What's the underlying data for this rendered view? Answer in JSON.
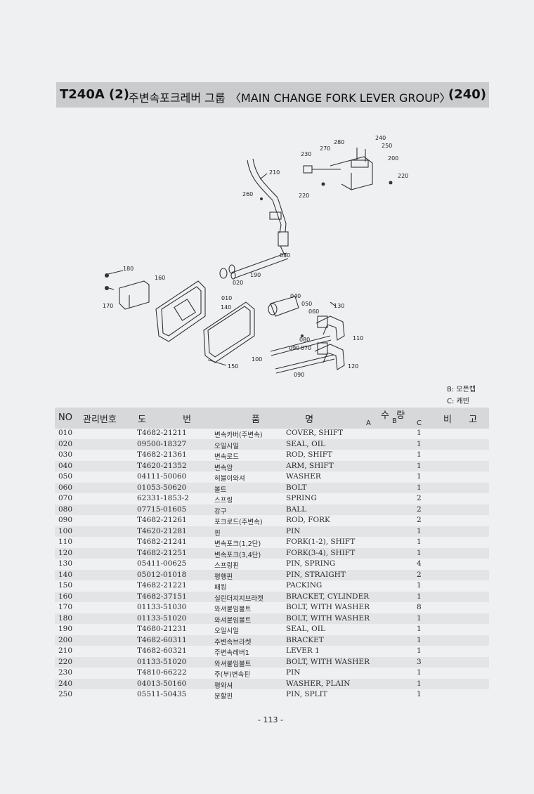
{
  "header": {
    "code": "T240A (2)",
    "title_kr": "주변속포크레버 그룹",
    "title_en": "〈MAIN CHANGE FORK LEVER GROUP〉",
    "number": "(240)"
  },
  "diagram": {
    "callouts": [
      "280",
      "240",
      "250",
      "270",
      "230",
      "200",
      "210",
      "220",
      "260",
      "220",
      "030",
      "180",
      "160",
      "190",
      "020",
      "010",
      "170",
      "140",
      "040",
      "050",
      "130",
      "060",
      "080",
      "110",
      "090",
      "070",
      "100",
      "120",
      "090",
      "150"
    ]
  },
  "legend": {
    "b": "B: 오픈캡",
    "c": "C: 캐빈"
  },
  "table": {
    "headers": {
      "no": "NO",
      "mgmt": "관리번호",
      "drawing": "도 번",
      "name": "품 명",
      "qty": "수 량",
      "qty_a": "A",
      "qty_b": "B",
      "qty_c": "C",
      "remark": "비 고"
    },
    "rows": [
      {
        "no": "010",
        "part": "T4682-21211",
        "kr": "변속카버(주변속)",
        "en": "COVER, SHIFT",
        "qty": "1"
      },
      {
        "no": "020",
        "part": "09500-18327",
        "kr": "오일시일",
        "en": "SEAL, OIL",
        "qty": "1"
      },
      {
        "no": "030",
        "part": "T4682-21361",
        "kr": "변속로드",
        "en": "ROD, SHIFT",
        "qty": "1"
      },
      {
        "no": "040",
        "part": "T4620-21352",
        "kr": "변속암",
        "en": "ARM, SHIFT",
        "qty": "1"
      },
      {
        "no": "050",
        "part": "04111-50060",
        "kr": "허블이와셔",
        "en": "WASHER",
        "qty": "1"
      },
      {
        "no": "060",
        "part": "01053-50620",
        "kr": "볼트",
        "en": "BOLT",
        "qty": "1"
      },
      {
        "no": "070",
        "part": "62331-1853-2",
        "kr": "스프링",
        "en": "SPRING",
        "qty": "2"
      },
      {
        "no": "080",
        "part": "07715-01605",
        "kr": "강구",
        "en": "BALL",
        "qty": "2"
      },
      {
        "no": "090",
        "part": "T4682-21261",
        "kr": "포크로드(주변속)",
        "en": "ROD, FORK",
        "qty": "2"
      },
      {
        "no": "100",
        "part": "T4620-21281",
        "kr": "핀",
        "en": "PIN",
        "qty": "1"
      },
      {
        "no": "110",
        "part": "T4682-21241",
        "kr": "변속포크(1,2단)",
        "en": "FORK(1-2), SHIFT",
        "qty": "1"
      },
      {
        "no": "120",
        "part": "T4682-21251",
        "kr": "변속포크(3,4단)",
        "en": "FORK(3-4), SHIFT",
        "qty": "1"
      },
      {
        "no": "130",
        "part": "05411-00625",
        "kr": "스프링핀",
        "en": "PIN, SPRING",
        "qty": "4"
      },
      {
        "no": "140",
        "part": "05012-01018",
        "kr": "평행핀",
        "en": "PIN, STRAIGHT",
        "qty": "2"
      },
      {
        "no": "150",
        "part": "T4682-21221",
        "kr": "패킹",
        "en": "PACKING",
        "qty": "1"
      },
      {
        "no": "160",
        "part": "T4682-37151",
        "kr": "실린더지지브라켓",
        "en": "BRACKET, CYLINDER",
        "qty": "1"
      },
      {
        "no": "170",
        "part": "01133-51030",
        "kr": "와셔붙임볼트",
        "en": "BOLT, WITH WASHER",
        "qty": "8"
      },
      {
        "no": "180",
        "part": "01133-51020",
        "kr": "와셔붙임볼트",
        "en": "BOLT, WITH WASHER",
        "qty": "1"
      },
      {
        "no": "190",
        "part": "T4680-21231",
        "kr": "오일시일",
        "en": "SEAL, OIL",
        "qty": "1"
      },
      {
        "no": "200",
        "part": "T4682-60311",
        "kr": "주변속브라켓",
        "en": "BRACKET",
        "qty": "1"
      },
      {
        "no": "210",
        "part": "T4682-60321",
        "kr": "주변속레버1",
        "en": "LEVER 1",
        "qty": "1"
      },
      {
        "no": "220",
        "part": "01133-51020",
        "kr": "와셔붙임볼트",
        "en": "BOLT, WITH WASHER",
        "qty": "3"
      },
      {
        "no": "230",
        "part": "T4810-66222",
        "kr": "주(부)변속핀",
        "en": "PIN",
        "qty": "1"
      },
      {
        "no": "240",
        "part": "04013-50160",
        "kr": "평와셔",
        "en": "WASHER, PLAIN",
        "qty": "1"
      },
      {
        "no": "250",
        "part": "05511-50435",
        "kr": "분할핀",
        "en": "PIN, SPLIT",
        "qty": "1"
      }
    ]
  },
  "footer": {
    "page": "- 113 -"
  }
}
